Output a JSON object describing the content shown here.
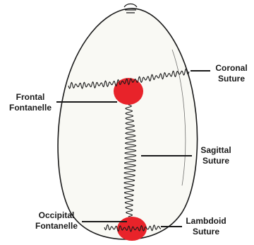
{
  "labels": {
    "coronal": {
      "line1": "Coronal",
      "line2": "Suture"
    },
    "frontal": {
      "line1": "Frontal",
      "line2": "Fontanelle"
    },
    "sagittal": {
      "line1": "Sagittal",
      "line2": "Suture"
    },
    "occipital": {
      "line1": "Occipital",
      "line2": "Fontanelle"
    },
    "lambdoid": {
      "line1": "Lambdoid",
      "line2": "Suture"
    }
  },
  "colors": {
    "fontanelle": "#e8232a",
    "skull_fill": "#f9f9f4",
    "outline": "#1a1a1a"
  }
}
